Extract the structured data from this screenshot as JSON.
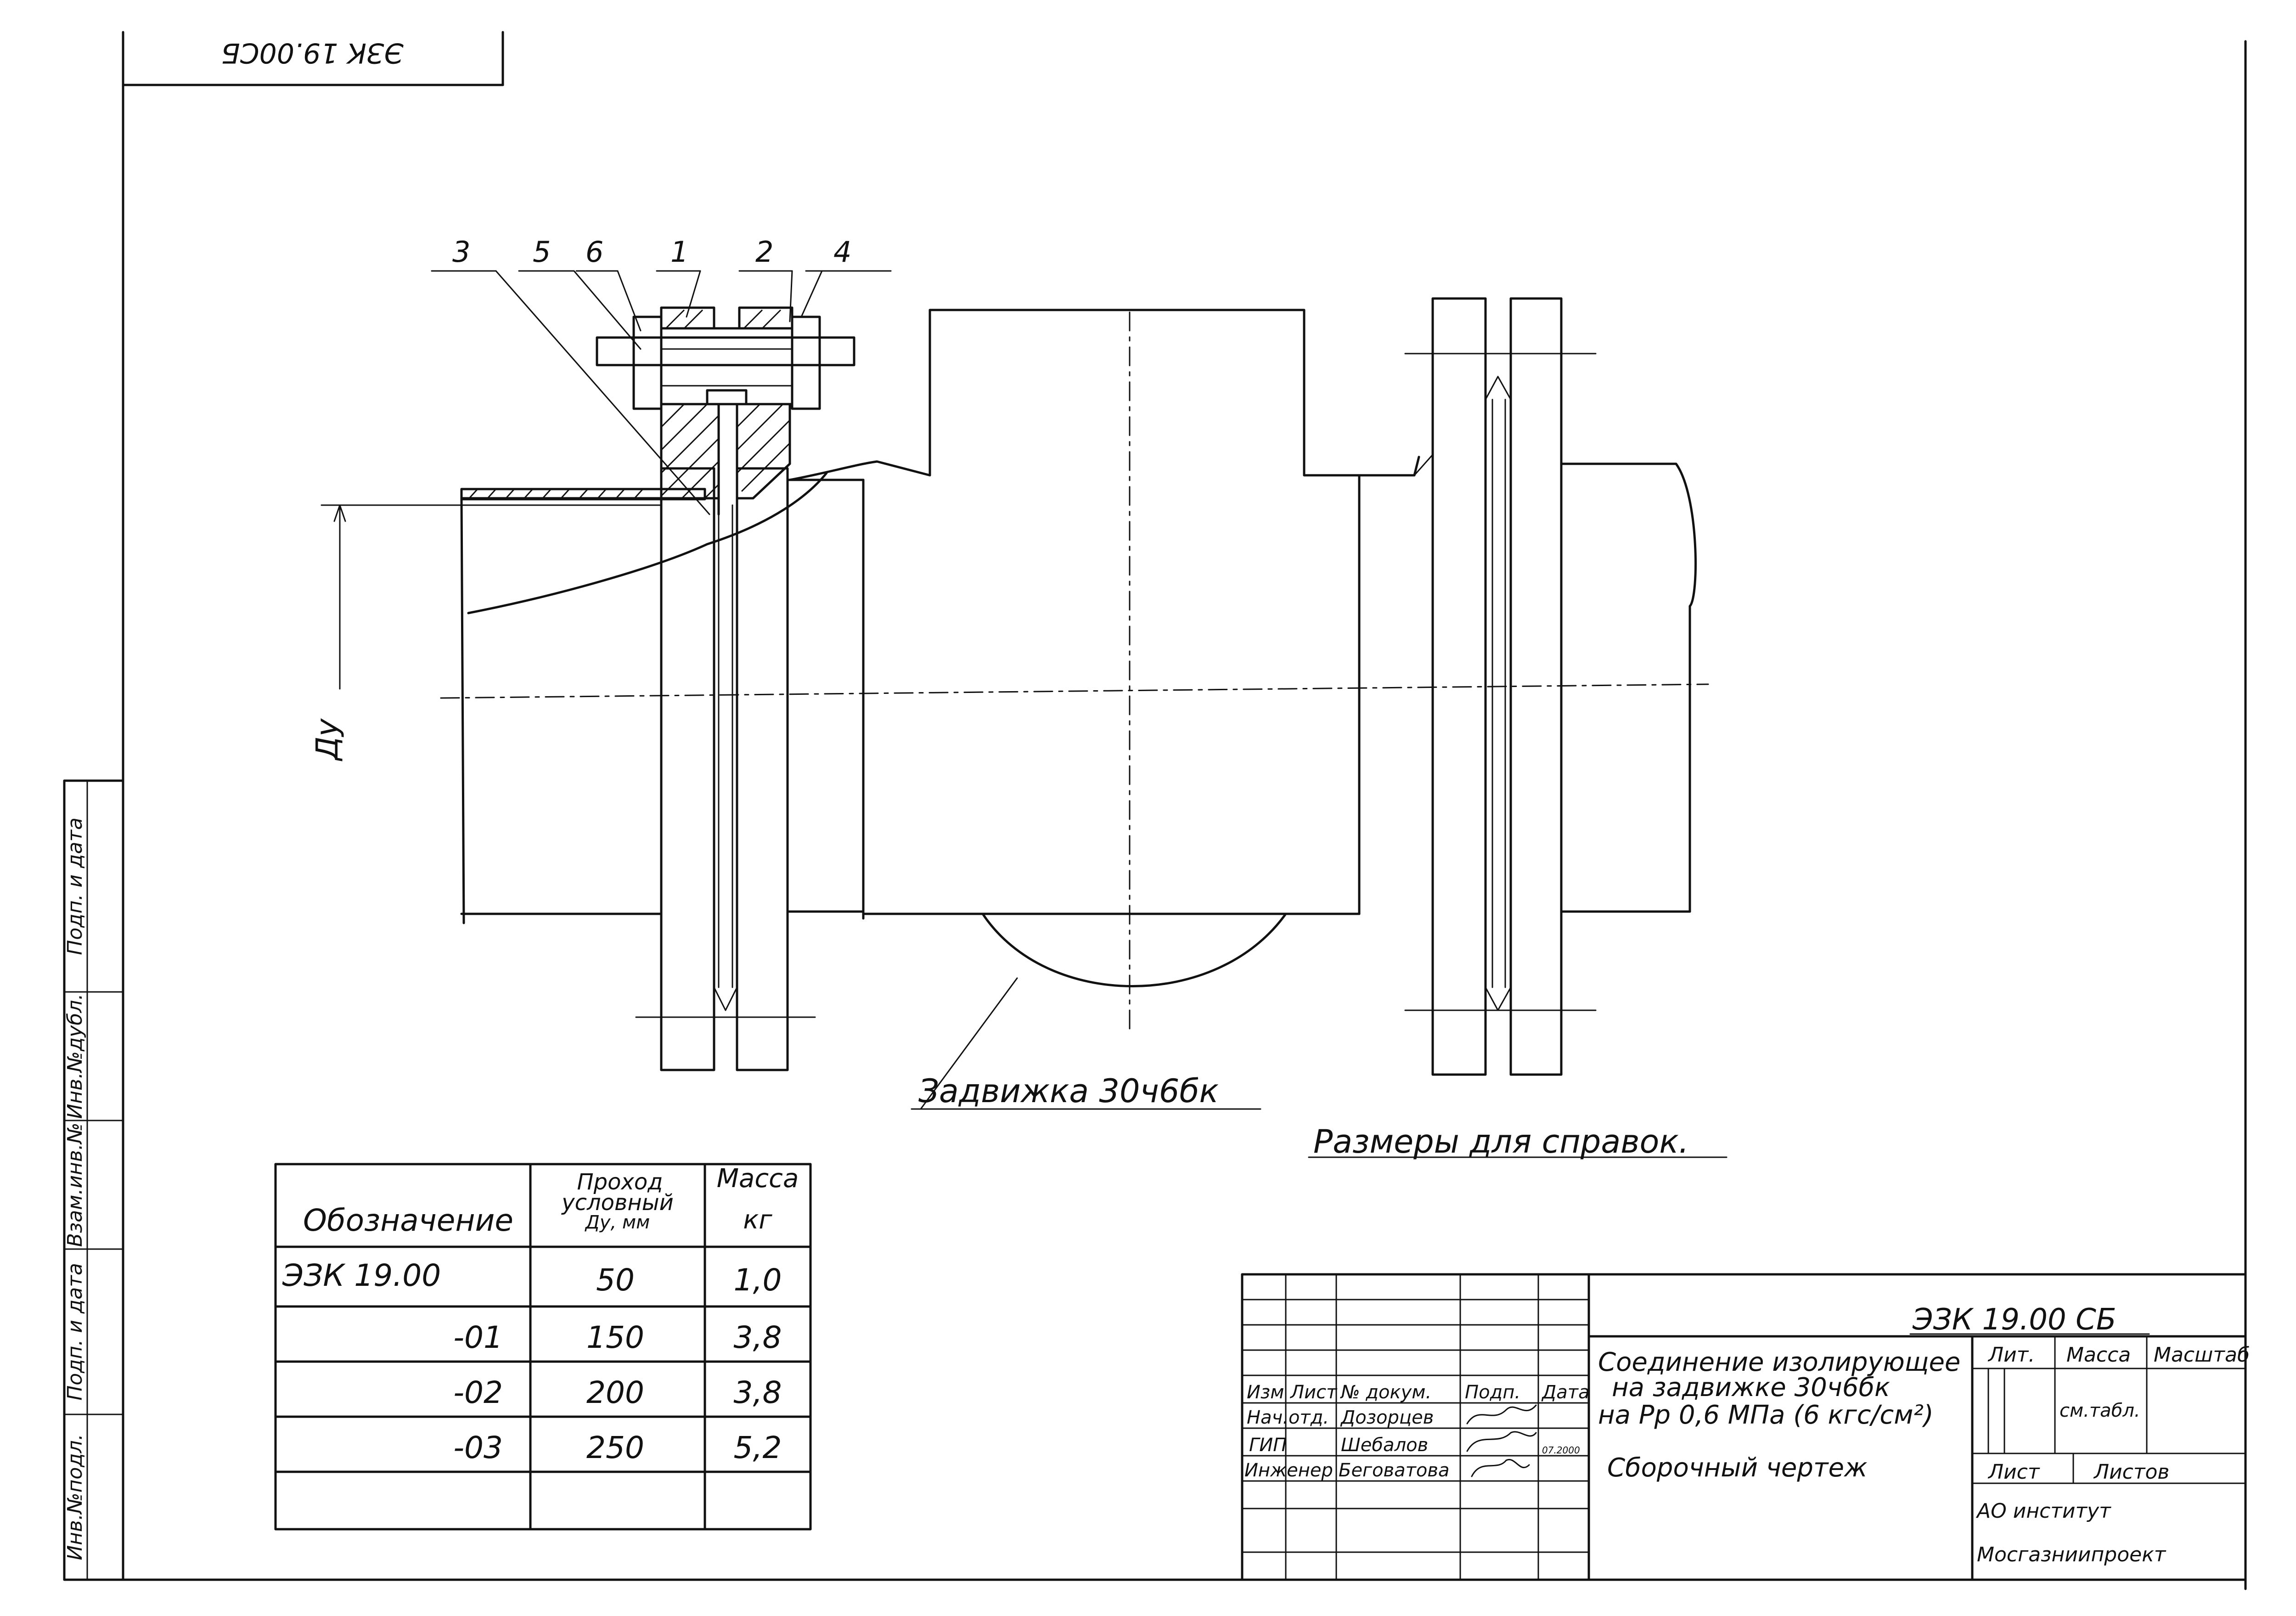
{
  "stamp_code": "ЭЗК 19.00СБ",
  "part_labels": [
    "1",
    "2",
    "3",
    "4",
    "5",
    "6"
  ],
  "dimension_du": "Ду",
  "valve_label": "Задвижка 30ч6бк",
  "reference_note": "Размеры для справок.",
  "side_strip": [
    "Инв.№подл.",
    "Подп. и дата",
    "Взам.инв.№",
    "Инв.№дубл.",
    "Подп. и дата"
  ],
  "table": {
    "headers": {
      "designation": "Обозначение",
      "passage_1": "Проход",
      "passage_2": "условный",
      "passage_3": "Ду, мм",
      "mass_1": "Масса",
      "mass_2": "кг"
    },
    "rows": [
      {
        "designation": "ЭЗК 19.00",
        "du": "50",
        "mass": "1,0"
      },
      {
        "designation": "-01",
        "du": "150",
        "mass": "3,8"
      },
      {
        "designation": "-02",
        "du": "200",
        "mass": "3,8"
      },
      {
        "designation": "-03",
        "du": "250",
        "mass": "5,2"
      }
    ]
  },
  "title_block": {
    "doc_code": "ЭЗК 19.00 СБ",
    "title_lines": [
      "Соединение изолирующее",
      "на задвижке 30ч6бк",
      "на Рр 0,6 МПа (6 кгс/см²)",
      "Сборочный чертеж"
    ],
    "col_heads": [
      "Изм",
      "Лист",
      "№ докум.",
      "Подп.",
      "Дата"
    ],
    "roles": [
      {
        "role": "Нач.отд.",
        "name": "Дозорцев"
      },
      {
        "role": "ГИП",
        "name": "Шебалов"
      },
      {
        "role": "Инженер",
        "name": "Беговатова"
      }
    ],
    "date_text": "07.2000",
    "lit_label": "Лит.",
    "mass_label": "Масса",
    "scale_label": "Масштаб",
    "mass_value": "см.табл.",
    "sheet_label": "Лист",
    "sheets_label": "Листов",
    "org_1": "АО институт",
    "org_2": "Мосгазниипроект"
  }
}
